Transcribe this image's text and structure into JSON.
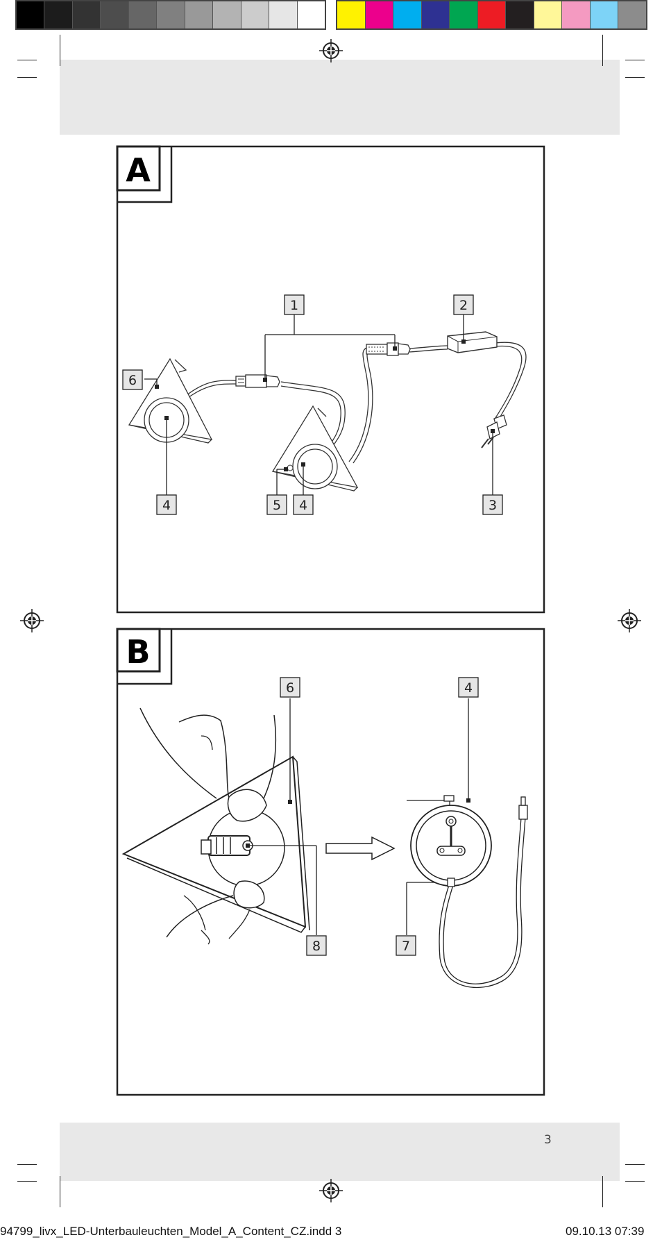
{
  "colorbar": {
    "grays": [
      "#000000",
      "#1c1c1c",
      "#333333",
      "#4d4d4d",
      "#666666",
      "#808080",
      "#999999",
      "#b3b3b3",
      "#cccccc",
      "#e6e6e6",
      "#ffffff"
    ],
    "process": [
      "#fff200",
      "#ec008c",
      "#00aeef",
      "#2e3192",
      "#00a651",
      "#ed1c24",
      "#231f20",
      "#fff799",
      "#f49ac1",
      "#7dd3f7",
      "#8c8c8c"
    ]
  },
  "figure_a": {
    "label": "A",
    "callouts": [
      "1",
      "2",
      "6",
      "4",
      "5",
      "4",
      "3"
    ]
  },
  "figure_b": {
    "label": "B",
    "callouts": [
      "6",
      "4",
      "8",
      "7"
    ]
  },
  "footer": {
    "page_number": "3",
    "slug_left": "94799_livx_LED-Unterbauleuchten_Model_A_Content_CZ.indd   3",
    "slug_right": "09.10.13   07:39"
  }
}
